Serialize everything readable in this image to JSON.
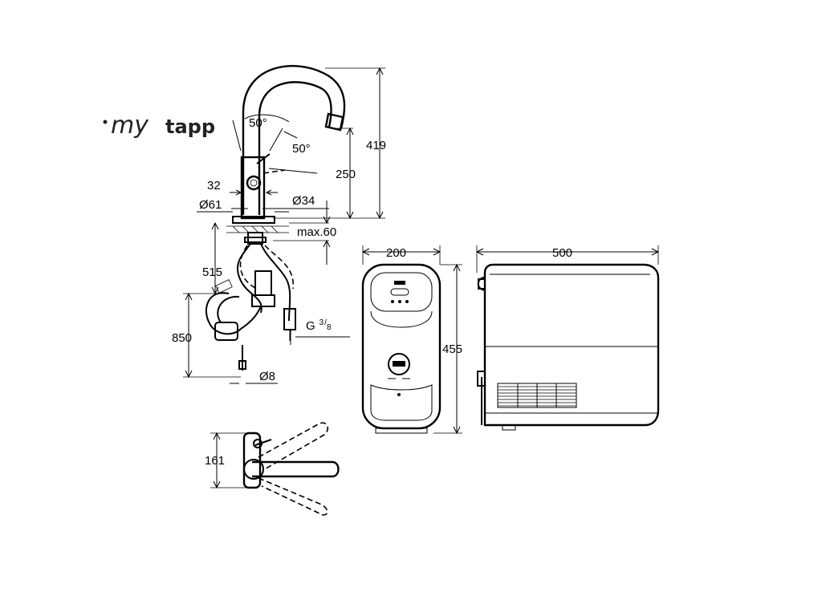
{
  "logo": {
    "prefix": "my",
    "suffix": "tapp"
  },
  "dimensions": {
    "spout_angle": "50°",
    "lever_angle": "50°",
    "total_height": "419",
    "spout_height": "250",
    "lever_width": "32",
    "base_diameter": "Ø61",
    "shank_diameter": "Ø34",
    "max_counter": "max.60",
    "hose_depth": "515",
    "hose_total": "850",
    "thread": "G",
    "thread_num": "3",
    "thread_den": "8",
    "tube_diameter": "Ø8",
    "chiller_depth": "200",
    "chiller_height": "455",
    "chiller_width": "500",
    "top_view_height": "161"
  },
  "colors": {
    "line": "#000000",
    "background": "#ffffff"
  }
}
